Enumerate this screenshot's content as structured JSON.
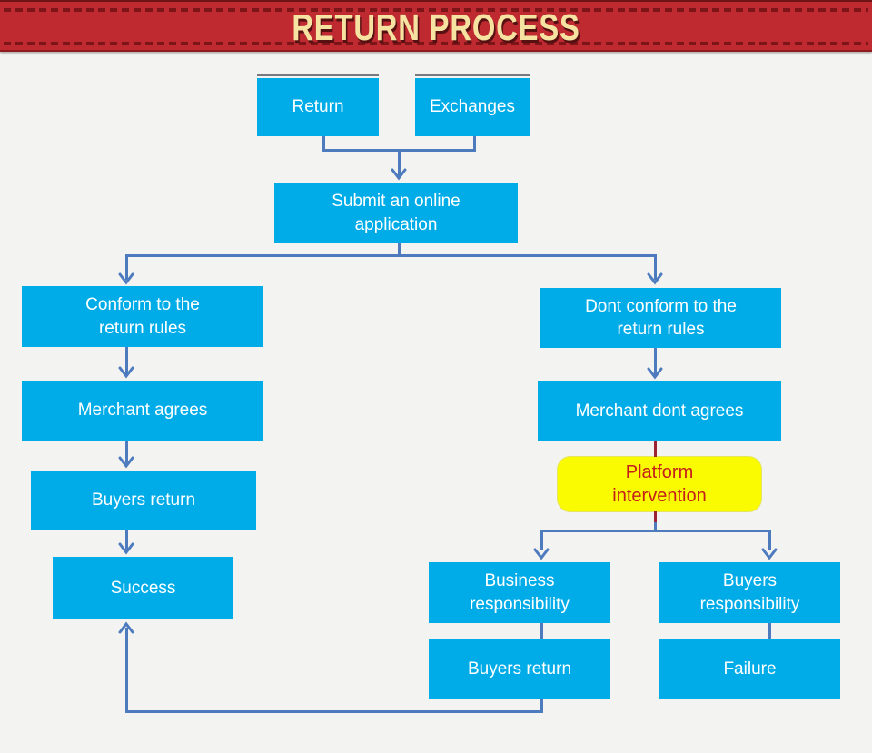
{
  "header": {
    "title": "RETURN PROCESS"
  },
  "nodes": {
    "return": {
      "label": "Return"
    },
    "exchanges": {
      "label": "Exchanges"
    },
    "submit": {
      "label": "Submit an online\napplication"
    },
    "conform": {
      "label": "Conform to the\nreturn rules"
    },
    "dont_conform": {
      "label": "Dont conform to the\nreturn rules"
    },
    "merchant_agrees": {
      "label": "Merchant agrees"
    },
    "merchant_dont_agrees": {
      "label": "Merchant dont agrees"
    },
    "platform_intervention": {
      "label": "Platform\nintervention"
    },
    "buyers_return_left": {
      "label": "Buyers return"
    },
    "success": {
      "label": "Success"
    },
    "business_responsibility": {
      "label": "Business\nresponsibility"
    },
    "buyers_responsibility": {
      "label": "Buyers\nresponsibility"
    },
    "buyers_return_right": {
      "label": "Buyers return"
    },
    "failure": {
      "label": "Failure"
    }
  },
  "colors": {
    "node_fill": "#00ace8",
    "node_text": "#ffffff",
    "connector_blue": "#4d7bbe",
    "connector_maroon": "#9c2333",
    "highlight_fill": "#fafa00",
    "highlight_text": "#c31d1c",
    "banner_bg": "#bf2a30",
    "banner_text": "#f6e3a2",
    "page_bg": "#f3f3f1"
  }
}
